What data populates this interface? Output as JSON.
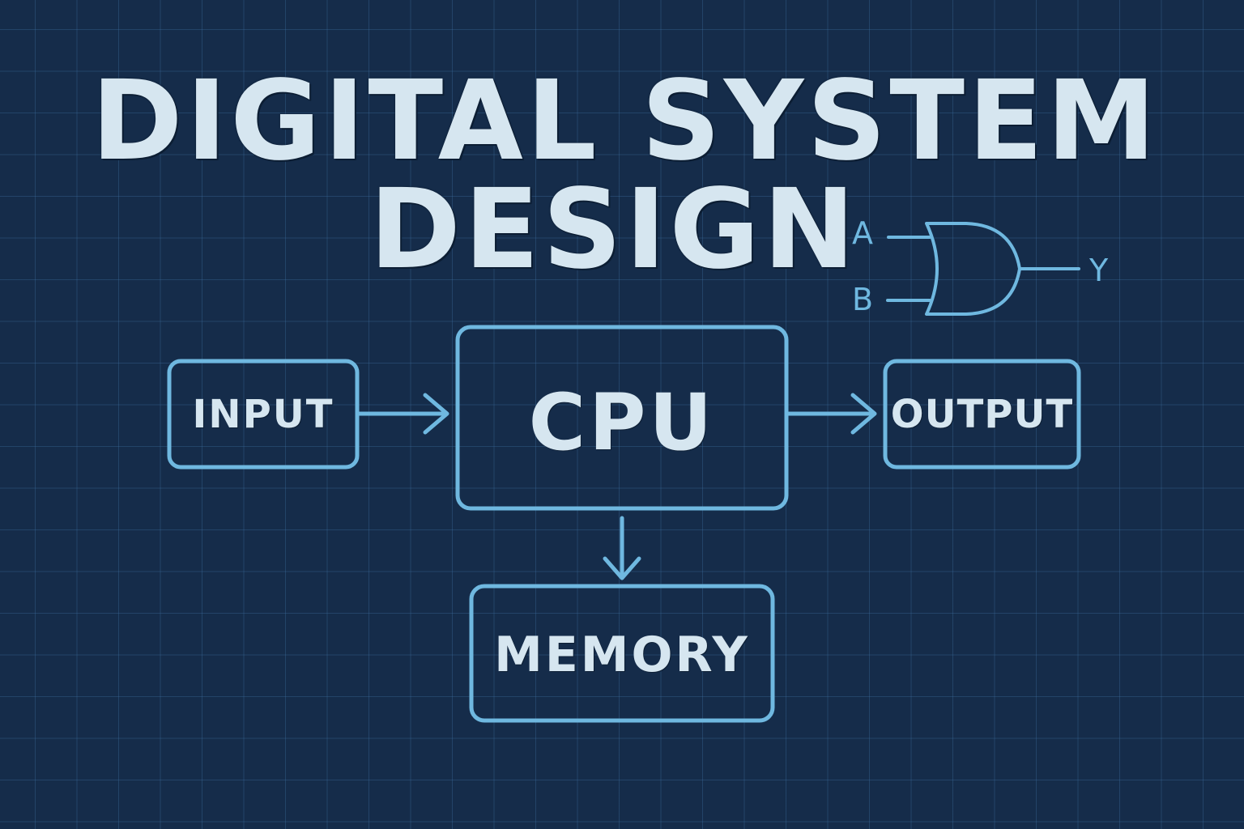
{
  "title": {
    "line1": "DIGITAL SYSTEM",
    "line2": "DESIGN"
  },
  "blocks": {
    "input": "INPUT",
    "cpu": "CPU",
    "output": "OUTPUT",
    "memory": "MEMORY"
  },
  "logic_gate": {
    "type": "OR",
    "input_a": "A",
    "input_b": "B",
    "output_y": "Y"
  },
  "colors": {
    "background": "#152c4a",
    "stroke": "#6fb8e0",
    "text": "#d6e6f0"
  }
}
